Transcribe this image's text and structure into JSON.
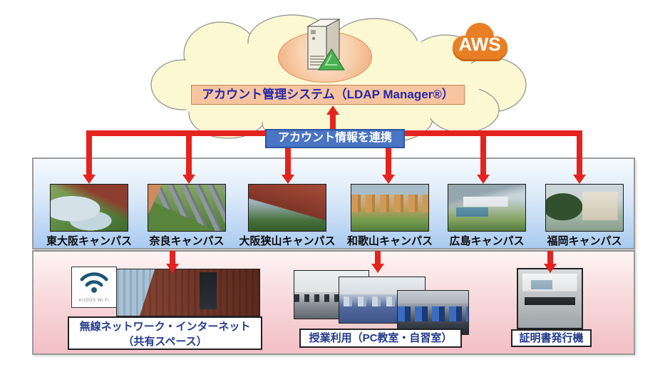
{
  "header": {
    "aws_label": "AWS",
    "system_label": "アカウント管理システム（LDAP Manager®）",
    "sync_label": "アカウント情報を連携"
  },
  "campuses": [
    {
      "name": "東大阪キャンパス"
    },
    {
      "name": "奈良キャンパス"
    },
    {
      "name": "大阪狭山キャンパス"
    },
    {
      "name": "和歌山キャンパス"
    },
    {
      "name": "広島キャンパス"
    },
    {
      "name": "福岡キャンパス"
    }
  ],
  "services": {
    "wifi": {
      "logo_text": "KUDOS Wi-Fi",
      "label_line1": "無線ネットワーク・インターネット",
      "label_line2": "（共有スペース）"
    },
    "classroom": {
      "label": "授業利用（PC教室・自習室）"
    },
    "certificate": {
      "label": "証明書発行機"
    }
  },
  "colors": {
    "arrow_red": "#e5231e",
    "cloud_yellow": "#fcf8d2",
    "aws_orange": "#e87f25",
    "system_box_bg": "#f6c5a0",
    "system_text_blue": "#2626a8",
    "sync_box_blue": "#4a74c4",
    "service_label_navy": "#223a8c",
    "campus_panel_blue": "#a9cbf0",
    "services_panel_pink": "#f2bfc5"
  }
}
